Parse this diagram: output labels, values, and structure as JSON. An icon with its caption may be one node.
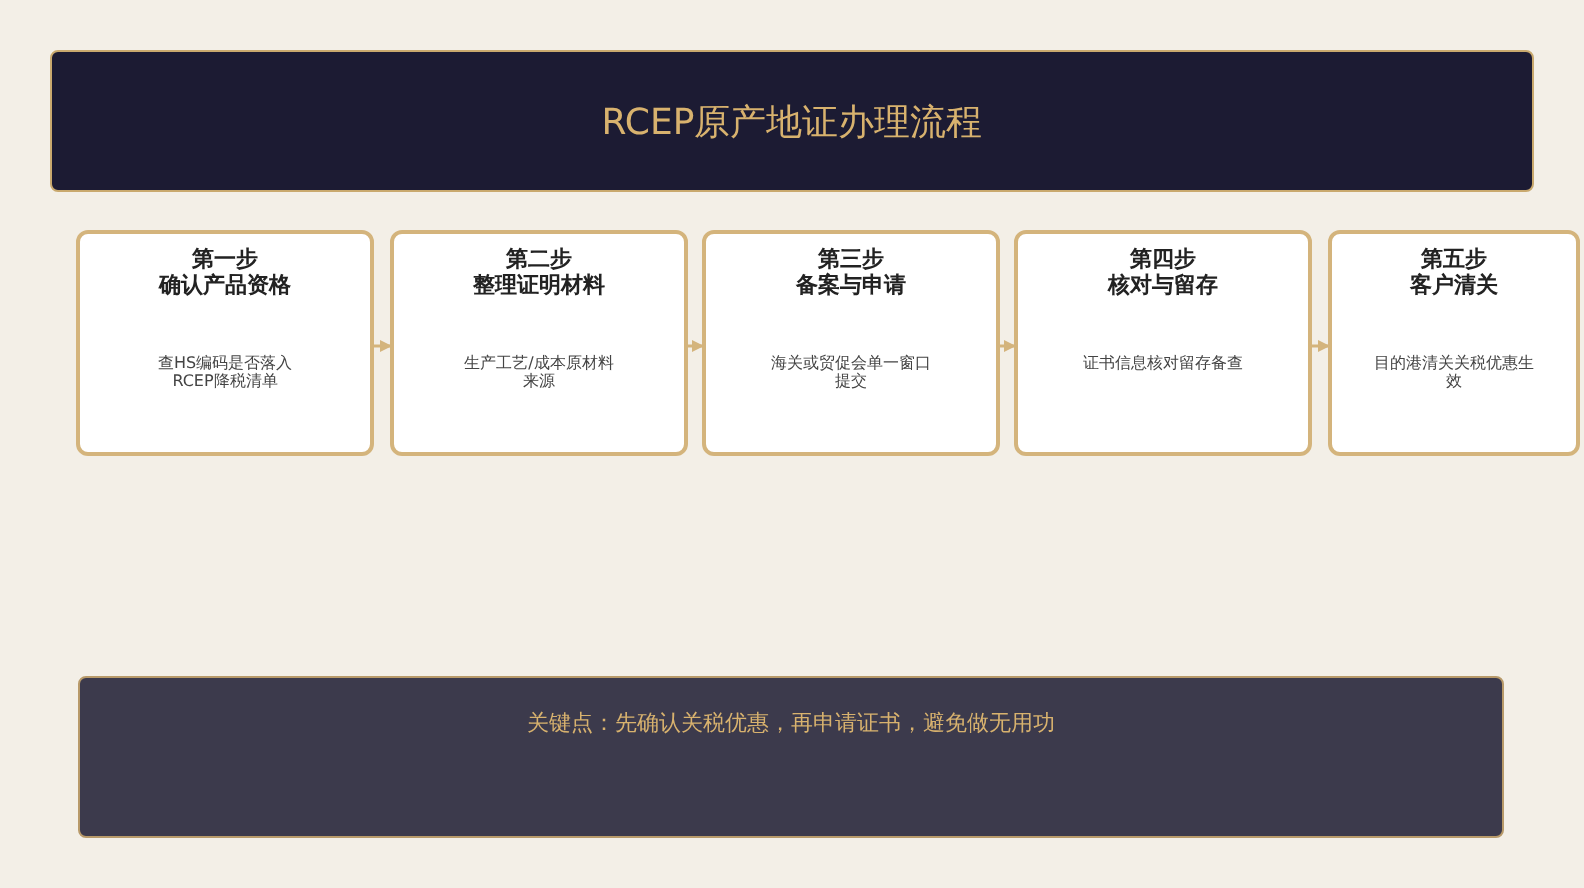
{
  "diagram": {
    "title": "RCEP原产地证办理流程",
    "nodes": [
      {
        "text": [
          "第一步",
          "确认产品资格",
          "查HS编码是否落入RCEP降税清单"
        ]
      },
      {
        "text": [
          "第二步",
          "整理证明材料",
          "生产工艺/成本原材料来源"
        ]
      },
      {
        "text": [
          "第三步",
          "备案与申请",
          "海关或贸促会单一窗口提交"
        ]
      },
      {
        "text": [
          "第四步",
          "核对与留存",
          "证书信息核对留存备查"
        ]
      },
      {
        "text": [
          "第五步",
          "客户清关",
          "目的港清关关税优惠生效"
        ]
      },
      {
        "text": [
          "关键点：先确认关税优惠，再申请证书，避免做无用功"
        ]
      }
    ],
    "edges": [
      {
        "from": 0,
        "to": 1,
        "arrow": "to"
      },
      {
        "from": 1,
        "to": 2,
        "arrow": "to"
      },
      {
        "from": 2,
        "to": 3,
        "arrow": "to"
      },
      {
        "from": 3,
        "to": 4,
        "arrow": "to"
      }
    ]
  }
}
